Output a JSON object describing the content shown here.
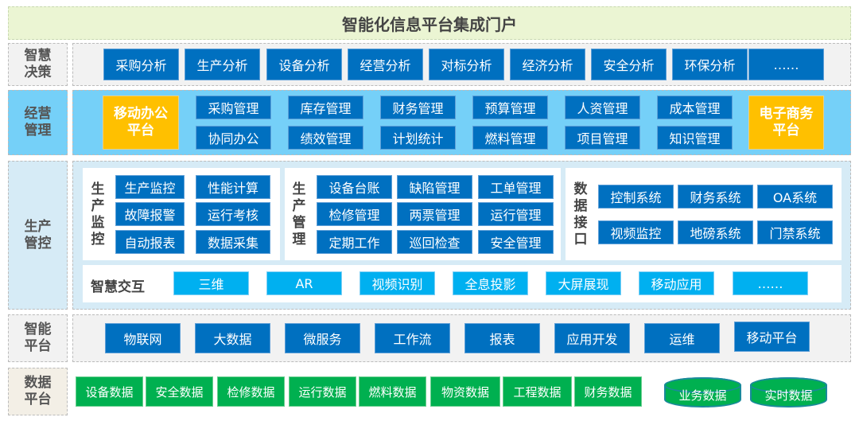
{
  "title": "智能化信息平台集成门户",
  "rows": {
    "decision": {
      "label": "智慧决策",
      "items": [
        "采购分析",
        "生产分析",
        "设备分析",
        "经营分析",
        "对标分析",
        "经济分析",
        "安全分析",
        "环保分析",
        "……"
      ]
    },
    "management": {
      "label": "经营管理",
      "left": "移动办公平台",
      "right": "电子商务平台",
      "items": [
        "采购管理",
        "库存管理",
        "财务管理",
        "预算管理",
        "人资管理",
        "成本管理",
        "协同办公",
        "绩效管理",
        "计划统计",
        "燃料管理",
        "项目管理",
        "知识管理"
      ]
    },
    "production": {
      "label": "生产管控",
      "monitor": {
        "label": "生产监控",
        "items": [
          "生产监控",
          "性能计算",
          "故障报警",
          "运行考核",
          "自动报表",
          "数据采集"
        ]
      },
      "manage": {
        "label": "生产管理",
        "items": [
          "设备台账",
          "缺陷管理",
          "工单管理",
          "检修管理",
          "两票管理",
          "运行管理",
          "定期工作",
          "巡回检查",
          "安全管理"
        ]
      },
      "interface": {
        "label": "数据接口",
        "items": [
          "控制系统",
          "财务系统",
          "OA系统",
          "视频监控",
          "地磅系统",
          "门禁系统"
        ]
      },
      "interaction": {
        "label": "智慧交互",
        "items": [
          "三维",
          "AR",
          "视频识别",
          "全息投影",
          "大屏展现",
          "移动应用",
          "……"
        ]
      }
    },
    "platform": {
      "label": "智能平台",
      "items": [
        "物联网",
        "大数据",
        "微服务",
        "工作流",
        "报表",
        "应用开发",
        "运维",
        "移动平台"
      ]
    },
    "data": {
      "label": "数据平台",
      "items": [
        "设备数据",
        "安全数据",
        "检修数据",
        "运行数据",
        "燃料数据",
        "物资数据",
        "工程数据",
        "财务数据"
      ],
      "stores": [
        "业务数据",
        "实时数据"
      ]
    }
  }
}
